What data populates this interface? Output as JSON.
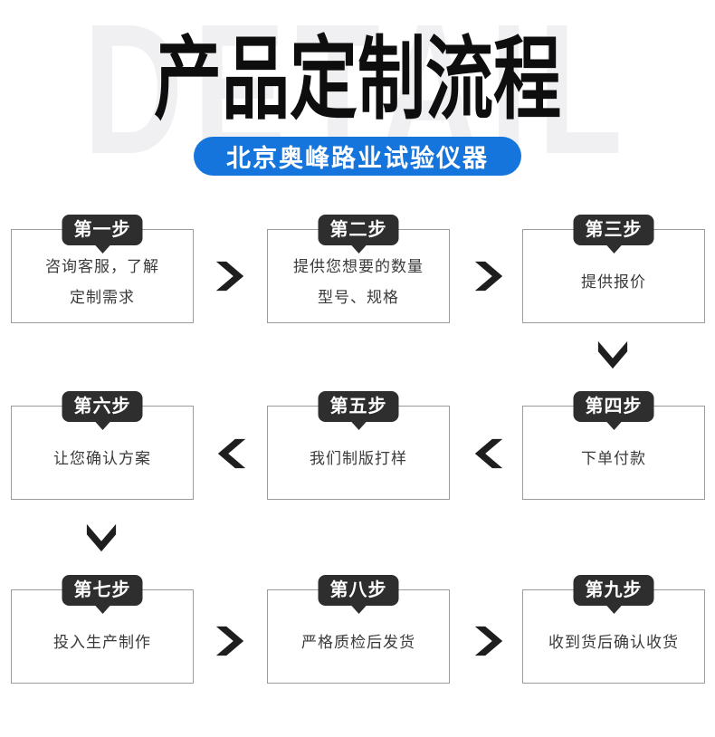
{
  "header": {
    "watermark": "DETAIL",
    "title": "产品定制流程",
    "brand": "北京奥峰路业试验仪器"
  },
  "steps": [
    {
      "badge": "第一步",
      "line1": "咨询客服，了解",
      "line2": "定制需求"
    },
    {
      "badge": "第二步",
      "line1": "提供您想要的数量",
      "line2": "型号、规格"
    },
    {
      "badge": "第三步",
      "line1": "提供报价"
    },
    {
      "badge": "第四步",
      "line1": "下单付款"
    },
    {
      "badge": "第五步",
      "line1": "我们制版打样"
    },
    {
      "badge": "第六步",
      "line1": "让您确认方案"
    },
    {
      "badge": "第七步",
      "line1": "投入生产制作"
    },
    {
      "badge": "第八步",
      "line1": "严格质检后发货"
    },
    {
      "badge": "第九步",
      "line1": "收到货后确认收货"
    }
  ],
  "colors": {
    "brand_blue": "#1575dc",
    "badge_bg": "#2e2e2e",
    "watermark_gray": "#f0f0f2",
    "box_border": "#9b9b9b",
    "box_text": "#3a3a3a",
    "arrow": "#1e1e1e",
    "title_black": "#0e0e0e",
    "background": "#ffffff"
  }
}
